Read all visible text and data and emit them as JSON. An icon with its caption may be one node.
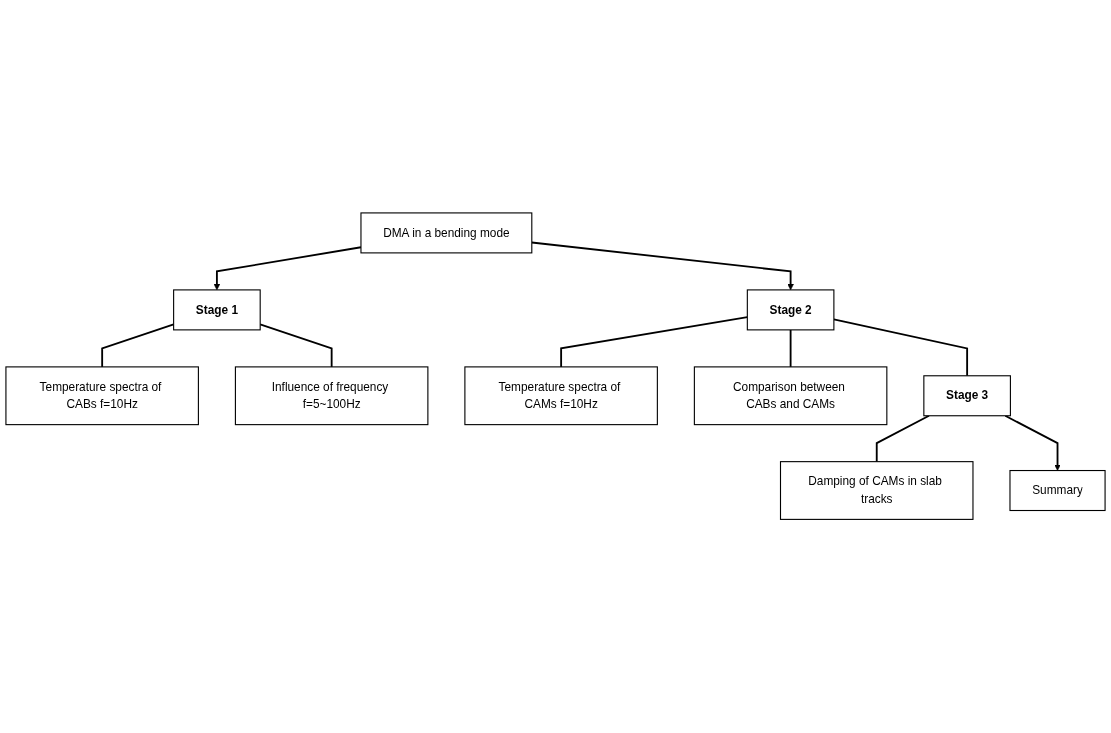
{
  "diagram": {
    "nodes": [
      {
        "text": [
          "DMA in a bending mode"
        ]
      },
      {
        "text": [
          "Stage 1"
        ]
      },
      {
        "text": [
          "Temperature spectra of CABs f=10Hz"
        ]
      },
      {
        "text": [
          "Influence of frequency f=5~100Hz"
        ]
      },
      {
        "text": [
          "Stage 2"
        ]
      },
      {
        "text": [
          "Temperature spectra of CAMs f=10Hz"
        ]
      },
      {
        "text": [
          "Comparison between CABs and CAMs"
        ]
      },
      {
        "text": [
          "Stage 3"
        ]
      },
      {
        "text": [
          "Damping of CAMs in slab tracks"
        ]
      },
      {
        "text": [
          "Summary"
        ]
      }
    ],
    "edges": [
      {
        "from": 0,
        "to": 1,
        "arrow": "to"
      },
      {
        "from": 0,
        "to": 4,
        "arrow": "to"
      },
      {
        "from": 1,
        "to": 2,
        "arrow": "none"
      },
      {
        "from": 1,
        "to": 3,
        "arrow": "none"
      },
      {
        "from": 4,
        "to": 5,
        "arrow": "none"
      },
      {
        "from": 4,
        "to": 6,
        "arrow": "none"
      },
      {
        "from": 4,
        "to": 7,
        "arrow": "none"
      },
      {
        "from": 7,
        "to": 8,
        "arrow": "none"
      },
      {
        "from": 7,
        "to": 9,
        "arrow": "to"
      }
    ]
  }
}
